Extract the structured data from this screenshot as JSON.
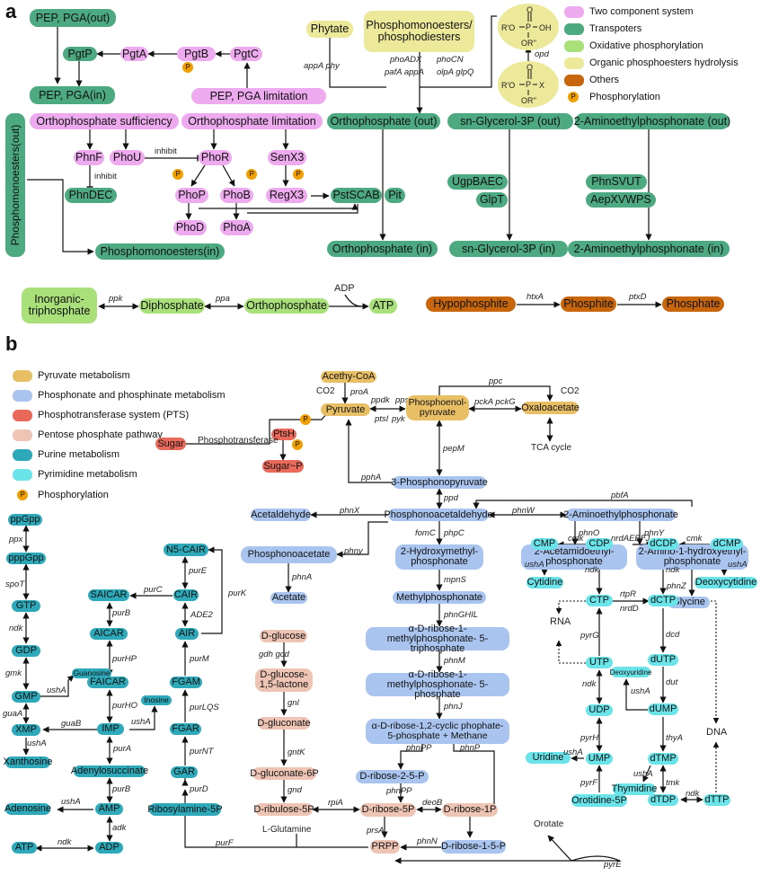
{
  "panel_a": {
    "label": "a",
    "legend": [
      {
        "key": "tc",
        "label": "Two component system",
        "color": "#eeaaee"
      },
      {
        "key": "tr",
        "label": "Transpoters",
        "color": "#4daa80"
      },
      {
        "key": "ox",
        "label": "Oxidative phosphorylation",
        "color": "#a9e07a"
      },
      {
        "key": "ph",
        "label": "Organic phosphoesters hydrolysis",
        "color": "#ede99a"
      },
      {
        "key": "ot",
        "label": "Others",
        "color": "#c8660d"
      },
      {
        "key": "phos",
        "label": "Phosphorylation",
        "color": "#f0a000"
      }
    ],
    "p_symbol": "P",
    "nodes": {
      "pep_out": "PEP, PGA(out)",
      "pep_in": "PEP, PGA(in)",
      "pgtP": "PgtP",
      "pgtA": "PgtA",
      "pgtB": "PgtB",
      "pgtC": "PgtC",
      "pep_lim": "PEP, PGA limitation",
      "ortho_suff": "Orthophosphate sufficiency",
      "ortho_lim": "Orthophosphate limitation",
      "phnF": "PhnF",
      "phoU": "PhoU",
      "phoR": "PhoR",
      "senX3": "SenX3",
      "phnDEC": "PhnDEC",
      "phoP": "PhoP",
      "phoB": "PhoB",
      "regX3": "RegX3",
      "phoD": "PhoD",
      "phoA": "PhoA",
      "phosphomono_out": "Phosphomonoesters(out)",
      "phosphomono_in": "Phosphomonoesters(in)",
      "phytate": "Phytate",
      "phosphomono_di": "Phosphomonoesters/ phosphodiesters",
      "ortho_out": "Orthophosphate (out)",
      "pstSCAB": "PstSCAB",
      "pit": "Pit",
      "ortho_in": "Orthophosphate (in)",
      "sng_out": "sn-Glycerol-3P (out)",
      "ugpBAEC": "UgpBAEC",
      "glpT": "GlpT",
      "sng_in": "sn-Glycerol-3P (in)",
      "aep_out": "2-Aminoethylphosphonate (out)",
      "phnSVUT": "PhnSVUT",
      "aepXVWPS": "AepXVWPS",
      "aep_in": "2-Aminoethylphosphonate (in)",
      "inorg_tri": "Inorganic- triphosphate",
      "diphosphate": "Diphosphate",
      "orthophosphate": "Orthophosphate",
      "atp": "ATP",
      "hypophosphite": "Hypophosphite",
      "phosphite": "Phosphite",
      "phosphate": "Phosphate"
    },
    "labels": {
      "inhibit1": "inhibit",
      "inhibit2": "inhibit",
      "appA_phy": "appA  phy",
      "phoADX": "phoADX",
      "pafA_appA": "pafA appA",
      "phoCN": "phoCN",
      "olpA_glpQ": "olpA glpQ",
      "opd": "opd",
      "ppk": "ppk",
      "ppa": "ppa",
      "adp": "ADP",
      "htxA": "htxA",
      "ptxD": "ptxD"
    },
    "struct": {
      "r_o": "R'O",
      "p": "P",
      "o_top": "O",
      "oh": "OH",
      "or2": "OR''",
      "x": "X"
    }
  },
  "panel_b": {
    "label": "b",
    "legend": [
      {
        "key": "py",
        "label": "Pyruvate metabolism",
        "color": "#e9bf66"
      },
      {
        "key": "pn",
        "label": "Phosphonate and phosphinate metabolism",
        "color": "#a9c4ee"
      },
      {
        "key": "pt",
        "label": "Phosphotransferase system (PTS)",
        "color": "#e96a5a"
      },
      {
        "key": "pp",
        "label": "Pentose phosphate pathway",
        "color": "#eec4b4"
      },
      {
        "key": "pu",
        "label": "Purine metabolism",
        "color": "#2ea9b9"
      },
      {
        "key": "pm",
        "label": "Pyrimidine metabolism",
        "color": "#6ae3e9"
      },
      {
        "key": "phos",
        "label": "Phosphorylation",
        "color": "#f0a000"
      }
    ],
    "nodes": {
      "acetyl": "Acethy-CoA",
      "pyruvate": "Pyruvate",
      "pep": "Phosphoenol- pyruvate",
      "oxaloacetate": "Oxaloacetate",
      "ptsH": "PtsH",
      "sugar": "Sugar",
      "sugarP": "Sugar~P",
      "phosphonopyruvate": "3-Phosphonopyruvate",
      "acetaldehyde": "Acetaldehyde",
      "phosphonoacetaldehyde": "Phosphonoacetaldehyde",
      "aep": "2-Aminoethylphosphonate",
      "phosphonoacetate": "Phosphonoacetate",
      "acetate": "Acetate",
      "hydroxymethyl": "2-Hydroxymethyl- phosphonate",
      "acetamidoethyl": "2-Acetamidoethyl- phosphonate",
      "amino_hydroxyethyl": "2-Amino-1-hydroxyethyl- phosphonate",
      "glycine": "Glycine",
      "methylphosphonate": "Methylphosphonate",
      "ribose_tri": "α-D-ribose-1-methylphosphonate- 5-triphosphate",
      "ribose_p": "α-D-ribose-1-methylphosphonate- 5-phosphate",
      "ribose_cyclic": "α-D-ribose-1,2-cyclic phophate- 5-phosphate + Methane",
      "dribose25p": "D-ribose-2-5-P",
      "dribose5p": "D-ribose-5P",
      "dribose1p": "D-ribose-1P",
      "dribose15p": "D-ribose-1-5-P",
      "prpp": "PRPP",
      "dglucose": "D-glucose",
      "dglucolactone": "D-glucose- 1,5-lactone",
      "dgluconate": "D-gluconate",
      "dgluconate6p": "D-gluconate-6P",
      "dribulose5p": "D-ribulose-5P",
      "ppGpp": "ppGpp",
      "pppGpp": "pppGpp",
      "GTP": "GTP",
      "GDP": "GDP",
      "GMP": "GMP",
      "guanosine": "Guanosine",
      "XMP": "XMP",
      "xanthosine": "Xanthosine",
      "adenosine": "Adenosine",
      "ATP": "ATP",
      "ADP": "ADP",
      "AMP": "AMP",
      "saicar": "SAICAR",
      "aicar": "AICAR",
      "faicar": "FAICAR",
      "imp": "IMP",
      "inosine": "Inosine",
      "adenylosuccinate": "Adenylosuccinate",
      "n5cair": "N5-CAIR",
      "cair": "CAIR",
      "air": "AIR",
      "fgam": "FGAM",
      "fgar": "FGAR",
      "gar": "GAR",
      "ribosylamine": "Ribosylamine-5P",
      "CMP": "CMP",
      "CDP": "CDP",
      "dCDP": "dCDP",
      "dCMP": "dCMP",
      "cytidine": "Cytidine",
      "deoxycytidine": "Deoxycytidine",
      "CTP": "CTP",
      "dCTP": "dCTP",
      "UTP": "UTP",
      "dUTP": "dUTP",
      "deoxyuridine": "Deoxyuridine",
      "dUMP": "dUMP",
      "UDP": "UDP",
      "UMP": "UMP",
      "uridine": "Uridine",
      "dTMP": "dTMP",
      "thymidine": "Thymidine",
      "dTDP": "dTDP",
      "dTTP": "dTTP",
      "orotidine": "Orotidine-5P"
    },
    "plain": {
      "co2a": "CO2",
      "co2b": "CO2",
      "tca": "TCA cycle",
      "phosphotransferase": "Phosphotransferase",
      "lglutamine": "L-Glutamine",
      "rna": "RNA",
      "dna": "DNA",
      "orotate": "Orotate"
    },
    "labels": {
      "proA": "proA",
      "ppdk": "ppdk",
      "pps": "pps",
      "ptsI": "ptsI",
      "pyk": "pyk",
      "ppc": "ppc",
      "pckA": "pckA pckG",
      "pepM": "pepM",
      "pphA": "pphA",
      "ppd": "ppd",
      "pbfA": "pbfA",
      "phnX": "phnX",
      "phnW": "phnW",
      "fomC": "fomC",
      "phpC": "phpC",
      "phnO": "phnO",
      "phnY": "phnY",
      "phny": "phny",
      "phnA": "phnA",
      "mpnS": "mpnS",
      "phnZ": "phnZ",
      "phnGHIL": "phnGHIL",
      "phnM": "phnM",
      "phnJ": "phnJ",
      "phnPP": "phnPP",
      "phnP": "phnP",
      "phnPP2": "phnPP",
      "deoB": "deoB",
      "phnN": "phnN",
      "rpiA": "rpiA",
      "prsA": "prsA",
      "gdh_gcd": "gdh  gcd",
      "gnl": "gnl",
      "gntK": "gntK",
      "gnd": "gnd",
      "ppx": "ppx",
      "spoT": "spoT",
      "ndk1": "ndk",
      "gmk": "gmk",
      "guaA": "guaA",
      "ushA1": "ushA",
      "ushA2": "ushA",
      "guaB": "guaB",
      "ushA3": "ushA",
      "ushA4": "ushA",
      "adk": "adk",
      "ndk2": "ndk",
      "purC": "purC",
      "purB": "purB",
      "purHP": "purHP",
      "purHO": "purHO",
      "purA": "purA",
      "purB2": "purB",
      "purE": "purE",
      "ADE2": "ADE2",
      "purK": "purK",
      "purM": "purM",
      "purLQS": "purLQS",
      "purNT": "purNT",
      "purD": "purD",
      "purF": "purF",
      "cmk1": "cmk",
      "nrdAEBFJ": "nrdAEBFJ",
      "cmk2": "cmk",
      "ushA5": "ushA",
      "ushA6": "ushA",
      "ndk3": "ndk",
      "ndk4": "ndk",
      "rtpR": "rtpR",
      "nrdD": "nrdD",
      "pyrG": "pyrG",
      "dcd": "dcd",
      "dut": "dut",
      "ushA7": "ushA",
      "ndk5": "ndk",
      "pyrH": "pyrH",
      "thyA": "thyA",
      "ushA8": "ushA",
      "ushA9": "ushA",
      "tmk": "tmk",
      "ndk6": "ndk",
      "pyrF": "pyrF",
      "pyrE": "pyrE"
    }
  }
}
